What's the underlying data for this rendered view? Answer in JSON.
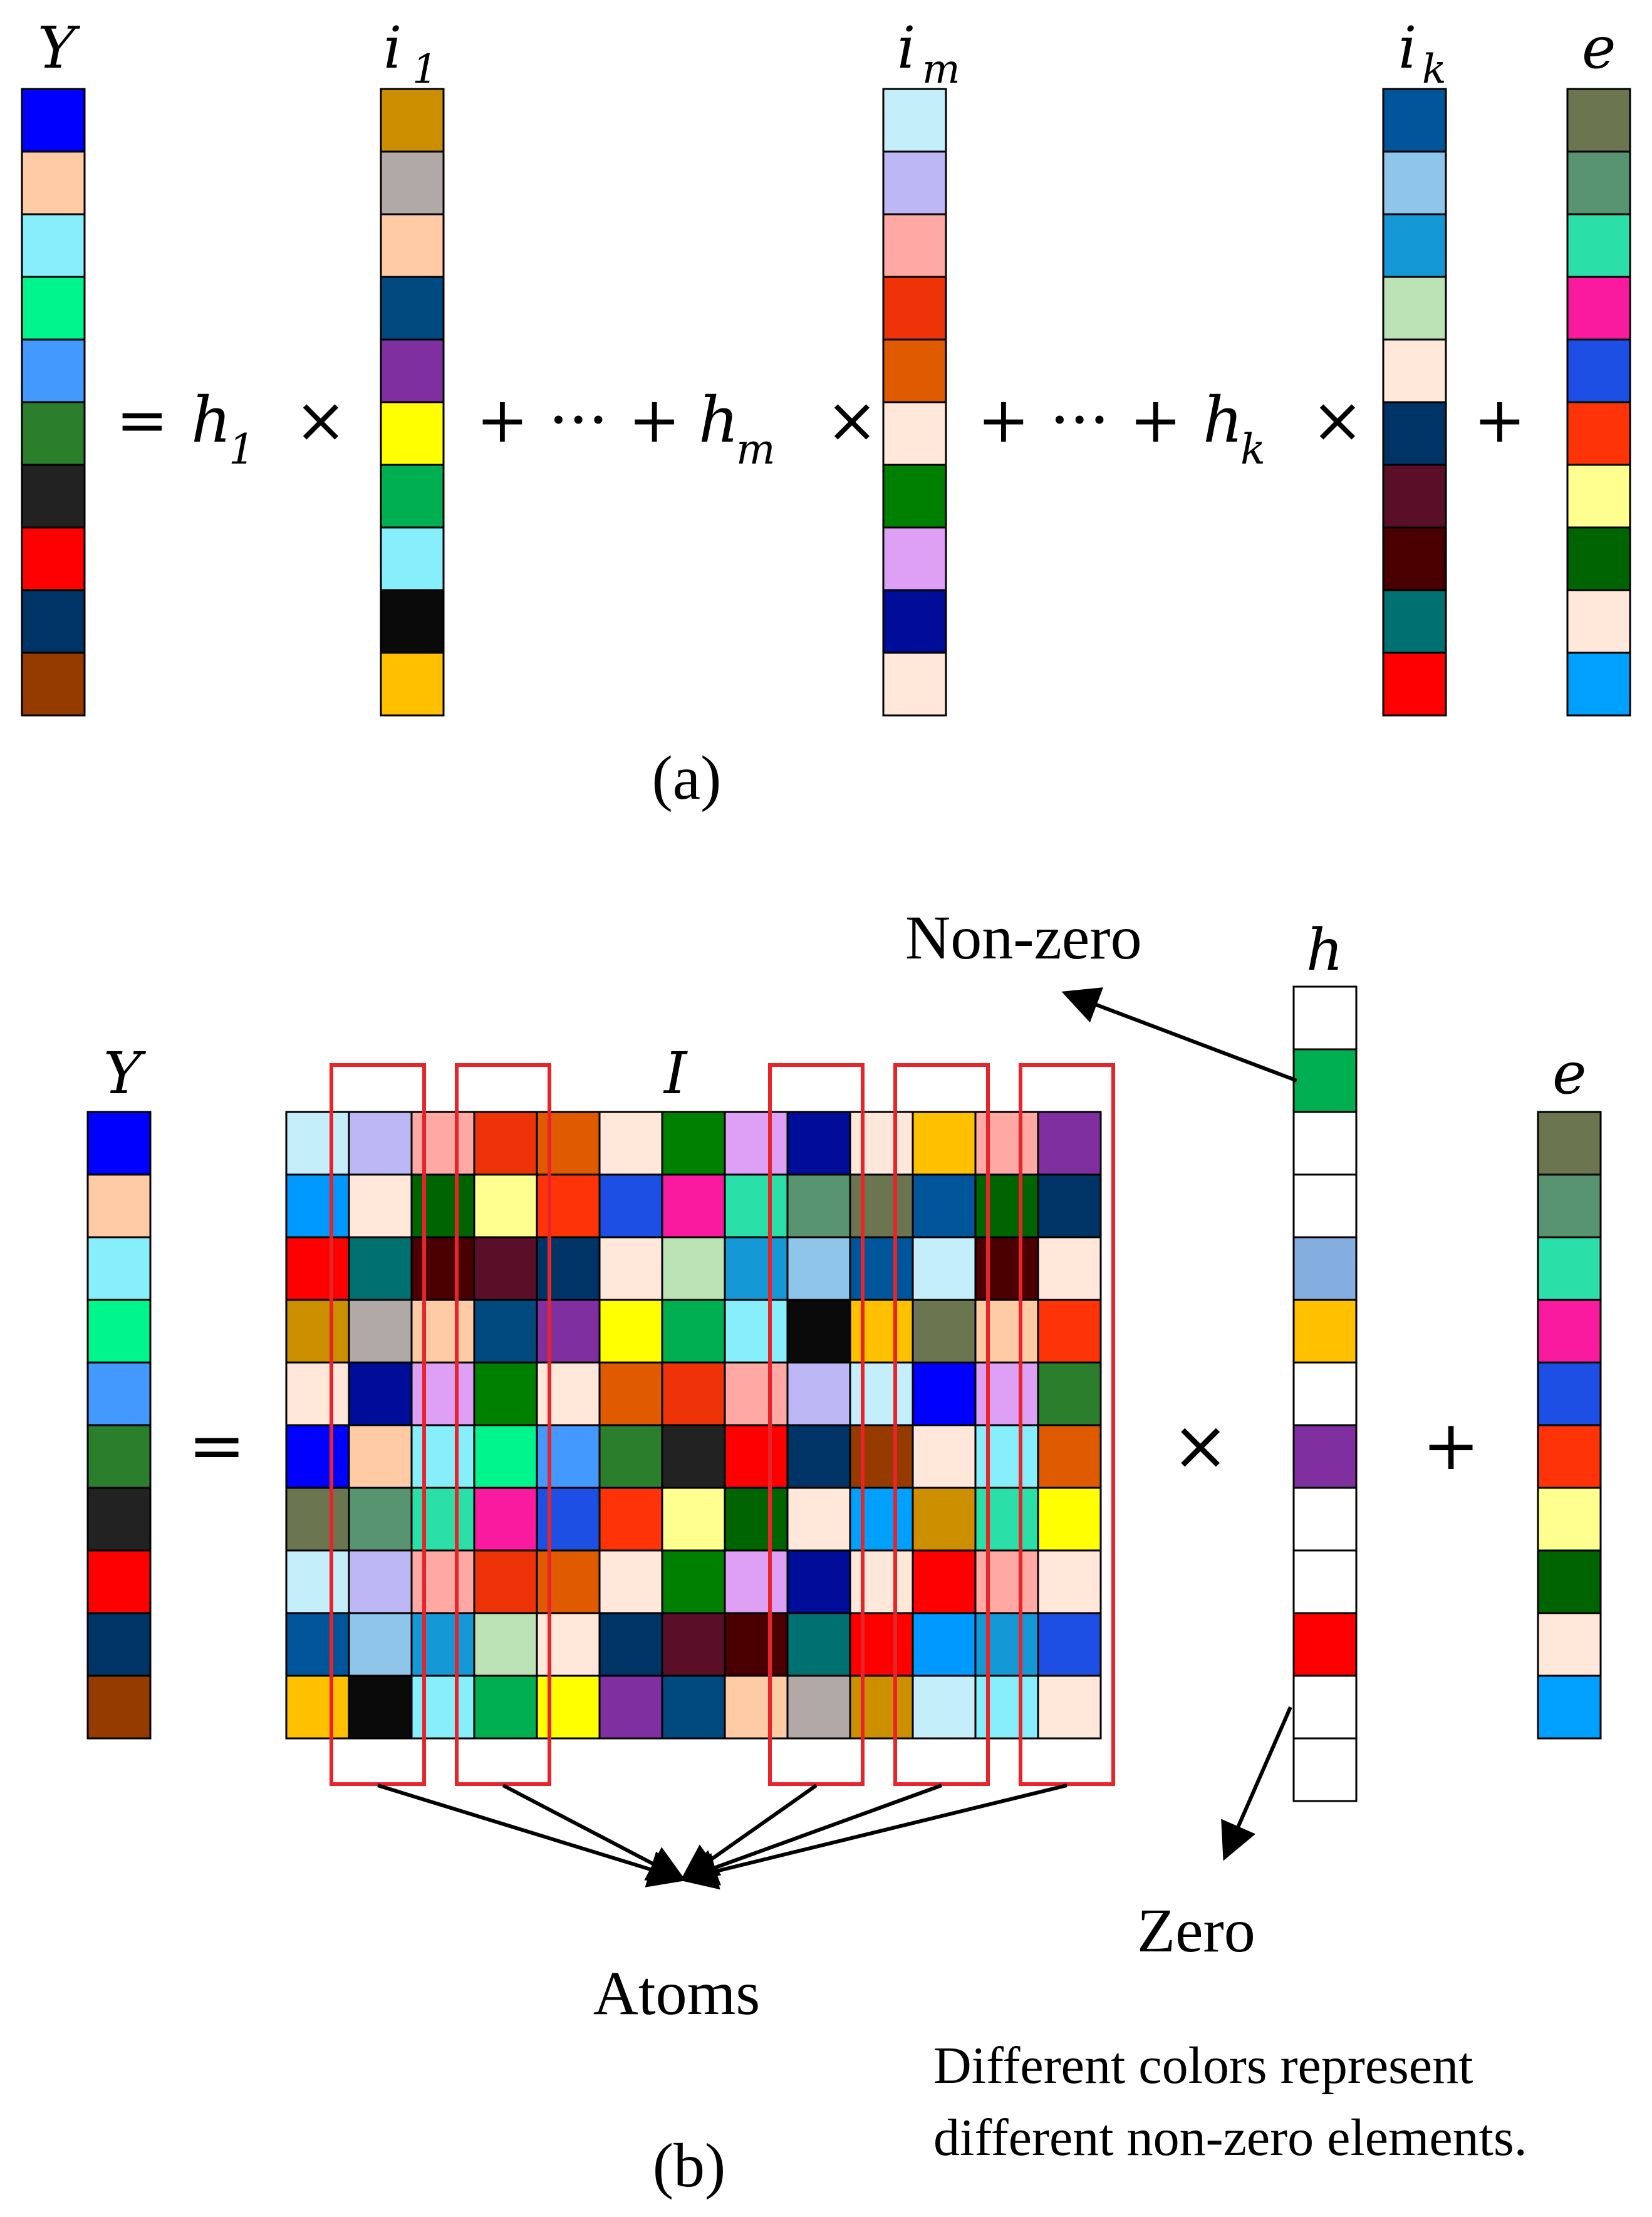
{
  "part_a": {
    "label": "(a)",
    "equation": {
      "lhs": "Y",
      "eq": "=",
      "h1": "h",
      "h1_sub": "1",
      "hm": "h",
      "hm_sub": "m",
      "hk": "h",
      "hk_sub": "k",
      "times": "×",
      "plus_dots": "+ ··· +",
      "plus": "+"
    },
    "vectors": [
      {
        "name": "y-vector",
        "label": "Y",
        "sub": "",
        "colors": [
          "#0000FF",
          "#FFCBA4",
          "#87EEFB",
          "#00F58C",
          "#4499FF",
          "#2B7E2B",
          "#222222",
          "#FF0000",
          "#003366",
          "#963B00"
        ]
      },
      {
        "name": "i1-vector",
        "label": "i",
        "sub": "1",
        "colors": [
          "#CC8F00",
          "#B0A9A6",
          "#FFCBA4",
          "#004A80",
          "#7F2FA0",
          "#FFFF00",
          "#00B050",
          "#87EEFB",
          "#0A0A0A",
          "#FFC000"
        ]
      },
      {
        "name": "im-vector",
        "label": "i",
        "sub": "m",
        "colors": [
          "#C5EEFB",
          "#BDB7F5",
          "#FFA8A4",
          "#EF3308",
          "#E05A00",
          "#FFE7D9",
          "#008000",
          "#DDA0F5",
          "#000D99",
          "#FFE7D9"
        ]
      },
      {
        "name": "ik-vector",
        "label": "i",
        "sub": "k",
        "colors": [
          "#00559B",
          "#90C5EA",
          "#1599D6",
          "#BCE3B5",
          "#FFE7D9",
          "#003366",
          "#5A0E27",
          "#4A0000",
          "#007070",
          "#FF0000"
        ]
      },
      {
        "name": "e-vector",
        "label": "e",
        "sub": "",
        "colors": [
          "#6B7650",
          "#589470",
          "#2BE0A8",
          "#FA1AA0",
          "#1E4FE5",
          "#FF3308",
          "#FFFF8F",
          "#006400",
          "#FFE7D9",
          "#00A0FF"
        ]
      }
    ]
  },
  "part_b": {
    "label": "(b)",
    "y_label": "Y",
    "i_label": "I",
    "h_label": "h",
    "e_label": "e",
    "eq": "=",
    "times": "×",
    "plus": "+",
    "annotations": {
      "nonzero": "Non-zero",
      "zero": "Zero",
      "atoms": "Atoms",
      "note_line1": "Different colors represent",
      "note_line2": "different non-zero elements."
    },
    "y_colors": [
      "#0000FF",
      "#FFCBA4",
      "#87EEFB",
      "#00F58C",
      "#4499FF",
      "#2B7E2B",
      "#222222",
      "#FF0000",
      "#003366",
      "#963B00"
    ],
    "h_colors": [
      "#FFFFFF",
      "#00B050",
      "#FFFFFF",
      "#FFFFFF",
      "#84AEE0",
      "#FFC000",
      "#FFFFFF",
      "#7F2FA0",
      "#FFFFFF",
      "#FFFFFF",
      "#FF0000",
      "#FFFFFF",
      "#FFFFFF"
    ],
    "e_colors": [
      "#6B7650",
      "#589470",
      "#2BE0A8",
      "#FA1AA0",
      "#1E4FE5",
      "#FF3308",
      "#FFFF8F",
      "#006400",
      "#FFE7D9",
      "#00A0FF"
    ],
    "highlighted_columns": [
      1,
      3,
      8,
      10,
      12
    ],
    "matrix": [
      [
        "#C5EEFB",
        "#BDB7F5",
        "#FFA8A4",
        "#EF3308",
        "#E05A00",
        "#FFE7D9",
        "#008000",
        "#DDA0F5",
        "#000D99",
        "#FFE7D9",
        "#FFC000",
        "#FFA8A4",
        "#7F2FA0"
      ],
      [
        "#0099FF",
        "#FFE7D9",
        "#006400",
        "#FFFF8F",
        "#FF3308",
        "#1E4FE5",
        "#FA1AA0",
        "#2BE0A8",
        "#589470",
        "#6B7650",
        "#00559B",
        "#006400",
        "#003366"
      ],
      [
        "#FF0000",
        "#007070",
        "#4A0000",
        "#5A0E27",
        "#003366",
        "#FFE7D9",
        "#BCE3B5",
        "#1599D6",
        "#90C5EA",
        "#00559B",
        "#C5EEFB",
        "#4A0000",
        "#FFE7D9"
      ],
      [
        "#CC8F00",
        "#B0A9A6",
        "#FFCBA4",
        "#004A80",
        "#7F2FA0",
        "#FFFF00",
        "#00B050",
        "#87EEFB",
        "#0A0A0A",
        "#FFC000",
        "#6B7650",
        "#FFCBA4",
        "#FF3308"
      ],
      [
        "#FFE7D9",
        "#000D99",
        "#DDA0F5",
        "#008000",
        "#FFE7D9",
        "#E05A00",
        "#EF3308",
        "#FFA8A4",
        "#BDB7F5",
        "#C5EEFB",
        "#0000FF",
        "#DDA0F5",
        "#2B7E2B"
      ],
      [
        "#0000FF",
        "#FFCBA4",
        "#87EEFB",
        "#00F58C",
        "#4499FF",
        "#2B7E2B",
        "#222222",
        "#FF0000",
        "#003366",
        "#963B00",
        "#FFE7D9",
        "#87EEFB",
        "#E05A00"
      ],
      [
        "#6B7650",
        "#589470",
        "#2BE0A8",
        "#FA1AA0",
        "#1E4FE5",
        "#FF3308",
        "#FFFF8F",
        "#006400",
        "#FFE7D9",
        "#00A0FF",
        "#CC8F00",
        "#2BE0A8",
        "#FFFF00"
      ],
      [
        "#C5EEFB",
        "#BDB7F5",
        "#FFA8A4",
        "#EF3308",
        "#E05A00",
        "#FFE7D9",
        "#008000",
        "#DDA0F5",
        "#000D99",
        "#FFE7D9",
        "#FF0000",
        "#FFA8A4",
        "#FFE7D9"
      ],
      [
        "#00559B",
        "#90C5EA",
        "#1599D6",
        "#BCE3B5",
        "#FFE7D9",
        "#003366",
        "#5A0E27",
        "#4A0000",
        "#007070",
        "#FF0000",
        "#0099FF",
        "#1599D6",
        "#1E4FE5"
      ],
      [
        "#FFC000",
        "#0A0A0A",
        "#87EEFB",
        "#00B050",
        "#FFFF00",
        "#7F2FA0",
        "#004A80",
        "#FFCBA4",
        "#B0A9A6",
        "#CC8F00",
        "#C5EEFB",
        "#87EEFB",
        "#FFE7D9"
      ]
    ]
  }
}
